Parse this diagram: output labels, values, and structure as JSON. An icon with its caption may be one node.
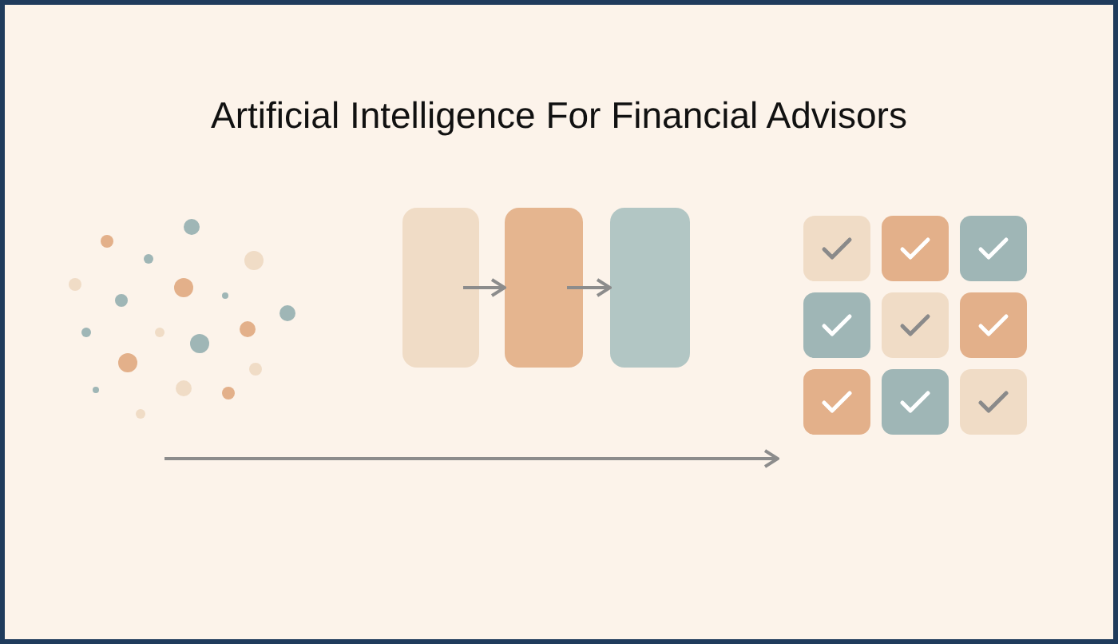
{
  "diagram": {
    "title": "Artificial Intelligence For Financial Advisors",
    "nodes": [
      {
        "text": [],
        "shape": "picture"
      },
      {
        "text": [],
        "shape": "box"
      },
      {
        "text": [],
        "shape": "box"
      },
      {
        "text": [],
        "shape": "box"
      },
      {
        "text": [],
        "shape": "picture"
      }
    ],
    "edges": [
      {
        "from": 1,
        "to": 2,
        "arrow": "to"
      },
      {
        "from": 2,
        "to": 3,
        "arrow": "to"
      },
      {
        "from": 0,
        "to": 4,
        "arrow": "to"
      }
    ]
  }
}
